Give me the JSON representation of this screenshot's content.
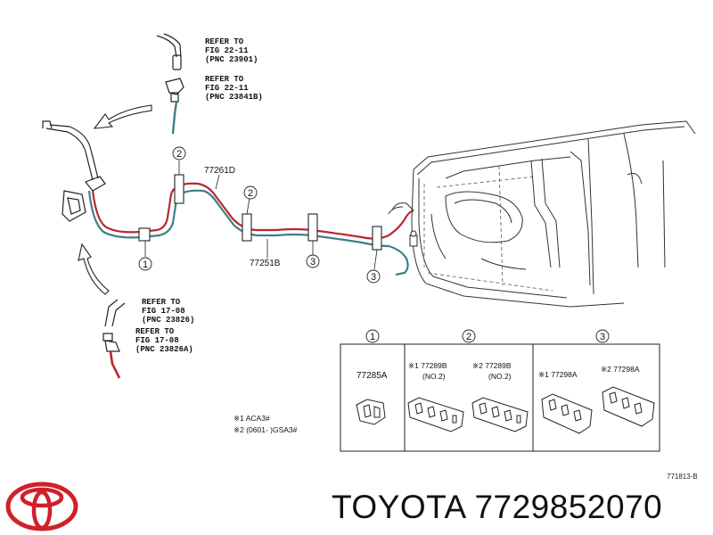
{
  "refs": [
    {
      "l1": "REFER TO",
      "l2": "FIG  22-11",
      "l3": "(PNC  23901)"
    },
    {
      "l1": "REFER TO",
      "l2": "FIG  22-11",
      "l3": "(PNC  23841B)"
    },
    {
      "l1": "REFER TO",
      "l2": "FIG  17-08",
      "l3": "(PNC  23826)"
    },
    {
      "l1": "REFER TO",
      "l2": "FIG  17-08",
      "l3": "(PNC  23826A)"
    }
  ],
  "parts": {
    "p77261D": "77261D",
    "p77251B": "77251B",
    "p77285A": "77285A",
    "p77289B_1": "※1 77289B",
    "p77289B_2": "※2 77289B",
    "no2": "(NO.2)",
    "p77298A_1": "※1 77298A",
    "p77298A_2": "※2 77298A"
  },
  "callouts": {
    "c1": "1",
    "c2": "2",
    "c3": "3"
  },
  "notes": {
    "n1": "※1  ACA3#",
    "n2": "※2  (0601-      )GSA3#"
  },
  "drawing_code": "771813-B",
  "brand": "TOYOTA 7729852070",
  "colors": {
    "red_line": "#b8282e",
    "teal_line": "#3d7f86",
    "logo_red": "#d0202a"
  },
  "icons": {
    "logo": "toyota-logo-icon"
  }
}
